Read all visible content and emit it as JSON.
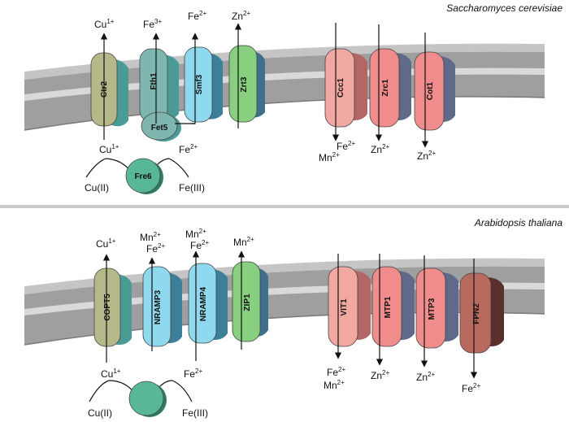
{
  "colors": {
    "membrane_top": "#a9a9a9",
    "membrane_front": "#8f8f8f",
    "membrane_light": "#d9d9d9",
    "separator": "#bdbdbd",
    "olive": "#b5b98a",
    "teal": "#7fb7b0",
    "cyan": "#8fd9ef",
    "green": "#88d07f",
    "salmon": "#f0a8a0",
    "red": "#f08c8c",
    "darkred": "#b86a5f",
    "fre": "#58b895"
  },
  "top": {
    "organism": "Saccharomyces cerevisiae",
    "proteins": {
      "ctr2": "Ctr2",
      "fth1": "Fth1",
      "fet5": "Fet5",
      "smf3": "Smf3",
      "zrt3": "Zrt3",
      "ccc1": "Ccc1",
      "zrc1": "Zrc1",
      "cot1": "Cot1",
      "fre6": "Fre6"
    },
    "ions": {
      "cu_top": "Cu",
      "cu_top_sup": "1+",
      "fe3_top": "Fe",
      "fe3_top_sup": "3+",
      "fe2_top": "Fe",
      "fe2_top_sup": "2+",
      "zn_top": "Zn",
      "zn_top_sup": "2+",
      "cu_bottom": "Cu",
      "cu_bottom_sup": "1+",
      "fe2_bottom": "Fe",
      "fe2_bottom_sup": "2+",
      "cu2": "Cu(II)",
      "fe3": "Fe(III)",
      "ccc1_fe": "Fe",
      "ccc1_fe_sup": "2+",
      "ccc1_mn": "Mn",
      "ccc1_mn_sup": "2+",
      "zrc1_zn": "Zn",
      "zrc1_zn_sup": "2+",
      "cot1_zn": "Zn",
      "cot1_zn_sup": "2+"
    }
  },
  "bottom": {
    "organism": "Arabidopsis thaliana",
    "proteins": {
      "copt5": "COPT5",
      "nramp3": "NRAMP3",
      "nramp4": "NRAMP4",
      "zip1": "ZIP1",
      "vit1": "VIT1",
      "mtp1": "MTP1",
      "mtp3": "MTP3",
      "fpn2": "FPN2"
    },
    "ions": {
      "cu_top": "Cu",
      "cu_top_sup": "1+",
      "n3_mn": "Mn",
      "n3_mn_sup": "2+",
      "n3_fe": "Fe",
      "n3_fe_sup": "2+",
      "n4_mn": "Mn",
      "n4_mn_sup": "2+",
      "n4_fe": "Fe",
      "n4_fe_sup": "2+",
      "zip_mn": "Mn",
      "zip_mn_sup": "2+",
      "cu_bottom": "Cu",
      "cu_bottom_sup": "1+",
      "fe2_bottom": "Fe",
      "fe2_bottom_sup": "2+",
      "cu2": "Cu(II)",
      "fe3": "Fe(III)",
      "vit_fe": "Fe",
      "vit_fe_sup": "2+",
      "vit_mn": "Mn",
      "vit_mn_sup": "2+",
      "mtp1_zn": "Zn",
      "mtp1_zn_sup": "2+",
      "mtp3_zn": "Zn",
      "mtp3_zn_sup": "2+",
      "fpn_fe": "Fe",
      "fpn_fe_sup": "2+"
    }
  }
}
